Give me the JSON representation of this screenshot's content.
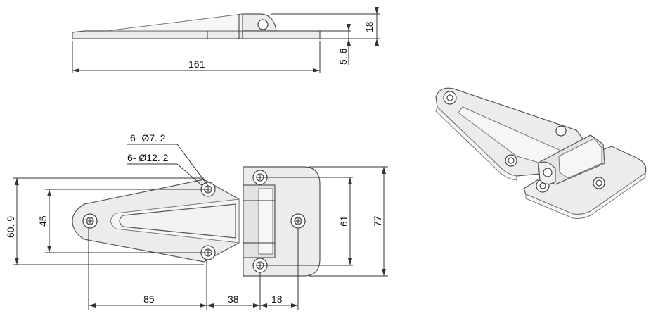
{
  "dimensions": {
    "total_length": "161",
    "height": "18",
    "thickness": "5. 6",
    "screw_hole": "6- Ø7. 2",
    "counter_bore": "6- Ø12. 2",
    "leaf_height_outer": "60. 9",
    "leaf_hole_spacing": "45",
    "plate_hole_spacing": "61",
    "plate_height": "77",
    "dist_85": "85",
    "dist_38": "38",
    "dist_18": "18"
  }
}
